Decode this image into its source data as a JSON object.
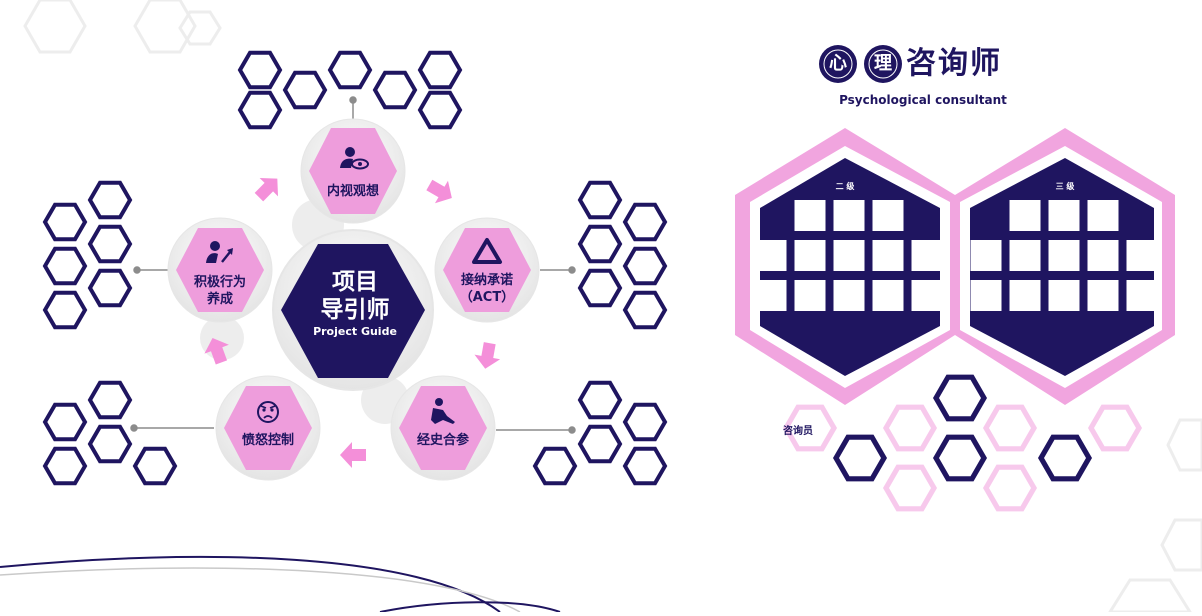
{
  "colors": {
    "navy": "#1f1560",
    "pink": "#ee9ddc",
    "pink_light": "#f7c9ec",
    "pink_arrow": "#f48fd9",
    "gray_line": "#8c8c8c"
  },
  "guide": {
    "center_title": "项目",
    "center_title_2": "导引师",
    "center_subtitle": "Project Guide",
    "nodes": [
      {
        "key": "introspection",
        "label": "内视观想",
        "icon": "person-eye-icon"
      },
      {
        "key": "act",
        "label": "接纳承诺",
        "label2": "（ACT）",
        "icon": "triangle-icon"
      },
      {
        "key": "history",
        "label": "经史合参",
        "icon": "sitting-person-icon"
      },
      {
        "key": "anger",
        "label": "愤怒控制",
        "icon": "angry-face-icon"
      },
      {
        "key": "behavior",
        "label": "积极行为",
        "label2": "养成",
        "icon": "person-growth-icon"
      }
    ]
  },
  "consultant": {
    "title_chars": [
      "心",
      "理",
      "咨询师"
    ],
    "subtitle": "Psychological consultant",
    "grade_two": "二 级",
    "grade_three": "三 级",
    "counselor_label": "咨询员"
  }
}
